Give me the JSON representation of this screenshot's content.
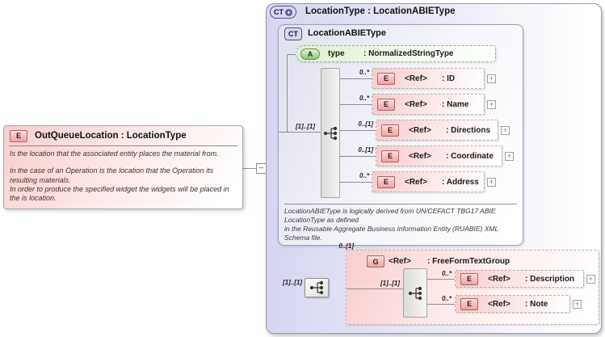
{
  "left_box": {
    "badge": "E",
    "title": "OutQueueLocation : LocationType",
    "description": [
      "Is the location that the associated entity places the material from.",
      "In the case of an Operation is the location that the Operation its resulting materials.",
      "In order to produce the specified widget the widgets will be placed in the is location."
    ]
  },
  "icons": {
    "collapse": "−",
    "expand": "+",
    "plus": "+"
  },
  "outer_box": {
    "badge": "CT",
    "title": "LocationType : LocationABIEType"
  },
  "inner_box": {
    "badge": "CT",
    "title": "LocationABIEType",
    "attribute": {
      "badge": "A",
      "name": "type",
      "type": ": NormalizedStringType"
    },
    "sequence_cardinality": "[1]..[1]",
    "elements": [
      {
        "badge": "E",
        "cardinality": "0..*",
        "ref": "<Ref>",
        "type": ": ID"
      },
      {
        "badge": "E",
        "cardinality": "0..*",
        "ref": "<Ref>",
        "type": ": Name"
      },
      {
        "badge": "E",
        "cardinality": "0..[1]",
        "ref": "<Ref>",
        "type": ": Directions"
      },
      {
        "badge": "E",
        "cardinality": "0..[1]",
        "ref": "<Ref>",
        "type": ": Coordinate"
      },
      {
        "badge": "E",
        "cardinality": "0..*",
        "ref": "<Ref>",
        "type": ": Address"
      }
    ],
    "footnote": [
      "LocationABIEType is logically derived from UN/CEFACT TBG17 ABIE",
      "LocationType as defined",
      "in the Reusable Aggregate Business Information Entity (RUABIE) XML",
      "Schema file."
    ]
  },
  "group": {
    "cardinality": "0..[1]",
    "outer_sequence_cardinality": "[1]..[1]",
    "badge": "G",
    "ref": "<Ref>",
    "type": ": FreeFormTextGroup",
    "inner_sequence_cardinality": "[1]..[1]",
    "elements": [
      {
        "badge": "E",
        "cardinality": "0..*",
        "ref": "<Ref>",
        "type": ": Description"
      },
      {
        "badge": "E",
        "cardinality": "0..*",
        "ref": "<Ref>",
        "type": ": Note"
      }
    ]
  },
  "colors": {
    "element_pink": "#f6caca",
    "attribute_green": "#8cc878",
    "complextype_lavender": "#d6d6f1",
    "line_gray": "#8f8f8f"
  }
}
